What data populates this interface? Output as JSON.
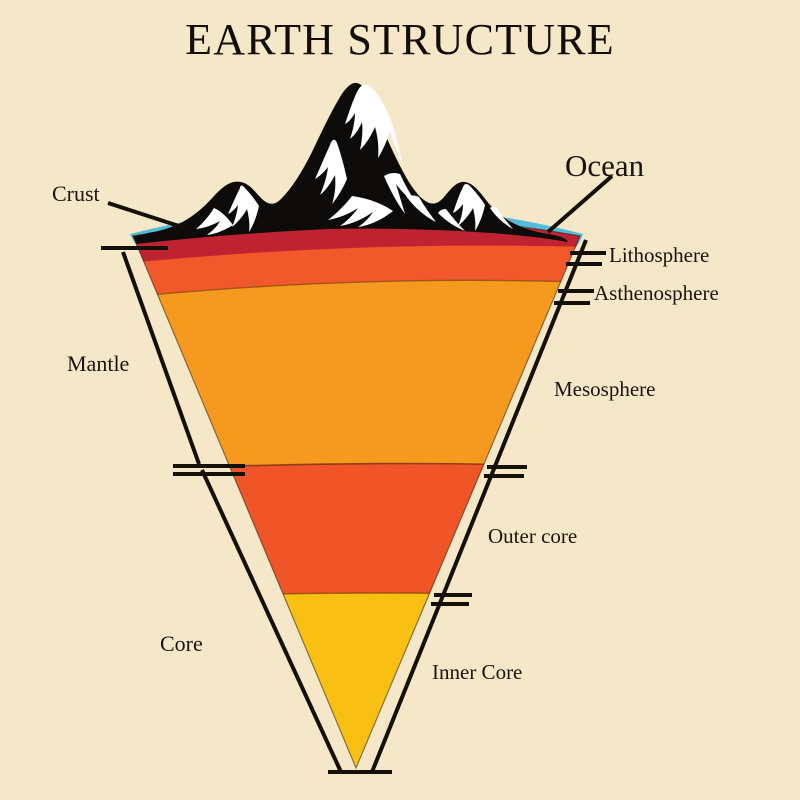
{
  "title": "EARTH STRUCTURE",
  "background_color": "#f5e8c8",
  "ink_color": "#1a1410",
  "labels": {
    "ocean": "Ocean",
    "crust": "Crust",
    "mantle": "Mantle",
    "core": "Core",
    "lithosphere": "Lithosphere",
    "asthenosphere": "Asthenosphere",
    "mesosphere": "Mesosphere",
    "outer_core": "Outer core",
    "inner_core": "Inner Core"
  },
  "chart_data": {
    "type": "diagram",
    "title": "EARTH STRUCTURE",
    "shape": "inverted-cone-wedge",
    "layers": [
      {
        "name": "Ocean",
        "color": "#55bcd8",
        "side": "top",
        "order": 1
      },
      {
        "name": "Crust",
        "color": "#0d0b09",
        "side": "top",
        "order": 2
      },
      {
        "name": "Lithosphere",
        "color": "#bf2230",
        "side": "right",
        "order": 3
      },
      {
        "name": "Asthenosphere",
        "color": "#f1592a",
        "side": "right",
        "order": 4
      },
      {
        "name": "Mesosphere",
        "color": "#f59a1e",
        "side": "right",
        "order": 5
      },
      {
        "name": "Outer core",
        "color": "#ef5527",
        "side": "right",
        "order": 6
      },
      {
        "name": "Inner Core",
        "color": "#f9c013",
        "side": "right",
        "order": 7
      }
    ],
    "brackets": [
      {
        "name": "Crust",
        "side": "left",
        "spans": [
          "Crust"
        ]
      },
      {
        "name": "Mantle",
        "side": "left",
        "spans": [
          "Lithosphere",
          "Asthenosphere",
          "Mesosphere"
        ]
      },
      {
        "name": "Core",
        "side": "left",
        "spans": [
          "Outer core",
          "Inner Core"
        ]
      }
    ],
    "legend_position": "inline-callouts",
    "grid": false
  }
}
